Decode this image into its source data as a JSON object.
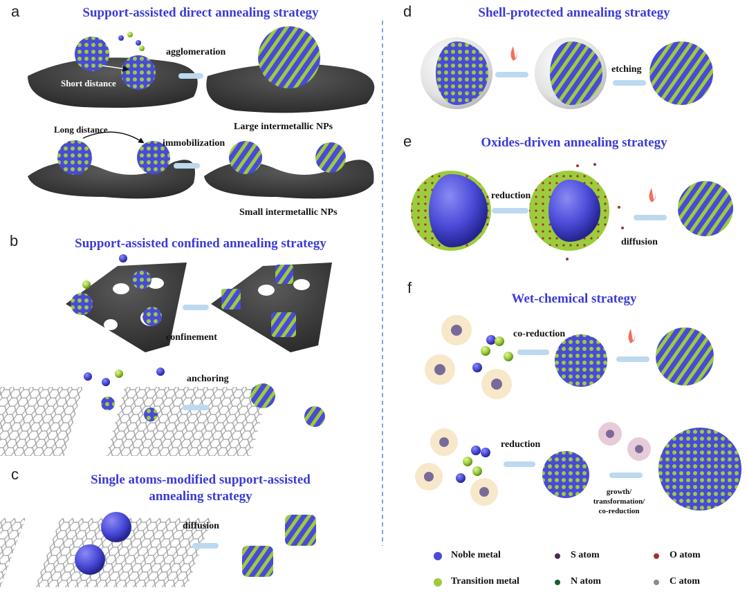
{
  "panels": {
    "a": {
      "letter": "a",
      "title": "Support-assisted direct annealing strategy",
      "labels": {
        "agglomeration": "agglomeration",
        "short": "Short distance",
        "large": "Large intermetallic NPs",
        "long": "Long distance",
        "immobilization": "immobilization",
        "small": "Small intermetallic NPs"
      }
    },
    "b": {
      "letter": "b",
      "title": "Support-assisted confined annealing strategy",
      "labels": {
        "confinement": "confinement",
        "anchoring": "anchoring"
      }
    },
    "c": {
      "letter": "c",
      "title_line1": "Single atoms-modified support-assisted",
      "title_line2": "annealing strategy",
      "labels": {
        "diffusion": "diffusion"
      }
    },
    "d": {
      "letter": "d",
      "title": "Shell-protected annealing strategy",
      "labels": {
        "etching": "etching"
      }
    },
    "e": {
      "letter": "e",
      "title": "Oxides-driven annealing strategy",
      "labels": {
        "reduction": "reduction",
        "diffusion": "diffusion"
      }
    },
    "f": {
      "letter": "f",
      "title": "Wet-chemical strategy",
      "labels": {
        "coreduction": "co-reduction",
        "reduction": "reduction",
        "growth1": "growth/",
        "growth2": "transformation/",
        "growth3": "co-reduction"
      }
    }
  },
  "legend": [
    {
      "label": "Noble metal",
      "color": "#4a4ad8"
    },
    {
      "label": "S atom",
      "color": "#4a2a55"
    },
    {
      "label": "O atom",
      "color": "#a03030"
    },
    {
      "label": "Transition metal",
      "color": "#9ccc3c"
    },
    {
      "label": "N atom",
      "color": "#1f5a2a"
    },
    {
      "label": "C atom",
      "color": "#8a8a8a"
    }
  ],
  "colors": {
    "noble": "#4a4ad8",
    "transition": "#9ccc3c",
    "title": "#3b3bd6",
    "support": "#3a3a3a",
    "arrow": "#bcd9f0",
    "divider": "#4a6ad8"
  }
}
